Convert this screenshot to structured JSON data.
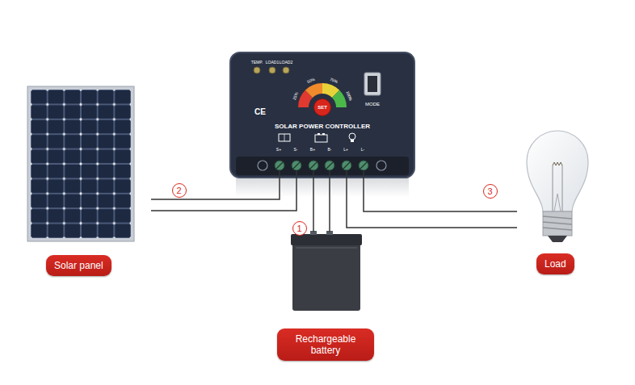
{
  "diagram": {
    "nodes": [
      {
        "text": [
          "TEMP.",
          "LOAD1",
          "LOAD2",
          "25%",
          "50%",
          "75%",
          "100%",
          "MODE",
          "CE",
          "SOLAR POWER CONTROLLER",
          "S+",
          "S-",
          "B+",
          "B-",
          "L+",
          "L-"
        ]
      },
      {
        "text": [
          "SET"
        ],
        "in": 0
      },
      {
        "text": [
          "Solar panel"
        ]
      },
      {
        "text": [
          "Load"
        ]
      },
      {
        "text": [
          "Rechargeable battery"
        ]
      }
    ],
    "labels": [
      "2",
      "3",
      "1"
    ]
  }
}
